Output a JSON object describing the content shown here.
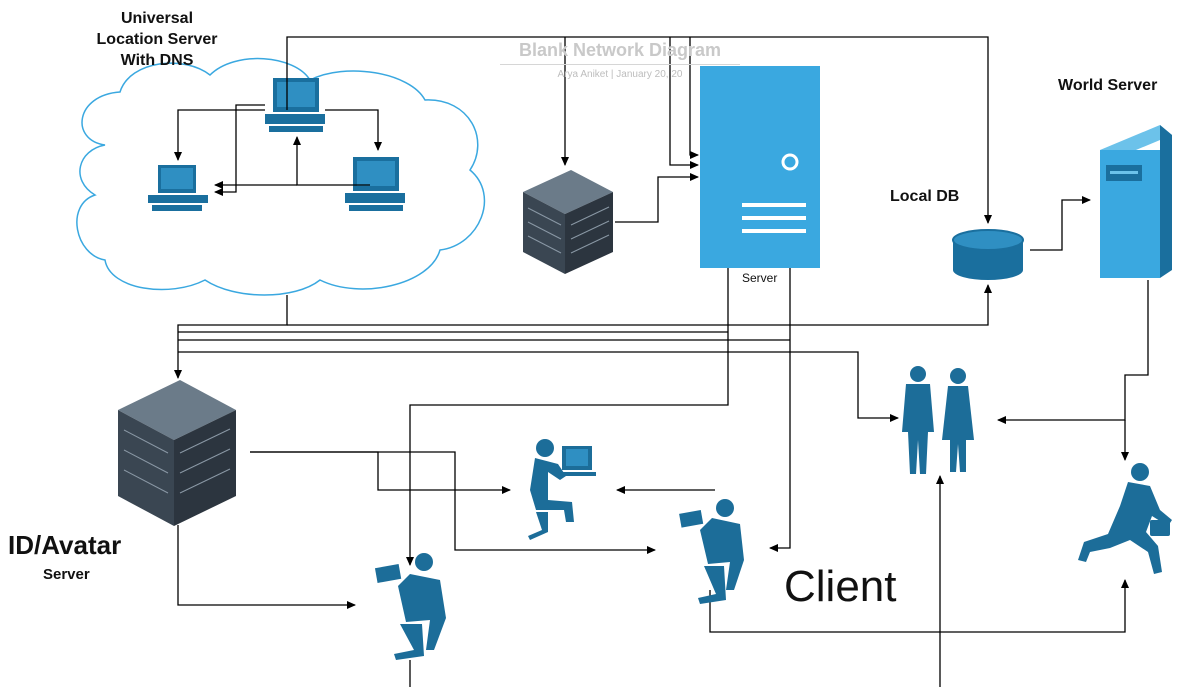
{
  "title": {
    "text": "Blank Network Diagram",
    "meta": "Arya Aniket  |  January 20, 20"
  },
  "labels": {
    "universal_server": [
      "Universal",
      "Location Server",
      "With DNS"
    ],
    "world_server": "World Server",
    "local_db": "Local DB",
    "server": "Server",
    "id_avatar": "ID/Avatar",
    "id_avatar_sub": "Server",
    "client": "Client"
  },
  "colors": {
    "accent": "#3aa8e0",
    "silhouette": "#1c6d99",
    "computer": "#1a6f9e",
    "line": "#000000",
    "rack": "#44525f"
  },
  "icons": [
    "cloud-icon",
    "desktop-computer-icon",
    "laptop-icon",
    "rack-server-icon",
    "server-tower-icon",
    "database-icon",
    "business-people-icon",
    "user-at-computer-icon",
    "user-with-laptop-icon",
    "running-businessman-icon"
  ]
}
